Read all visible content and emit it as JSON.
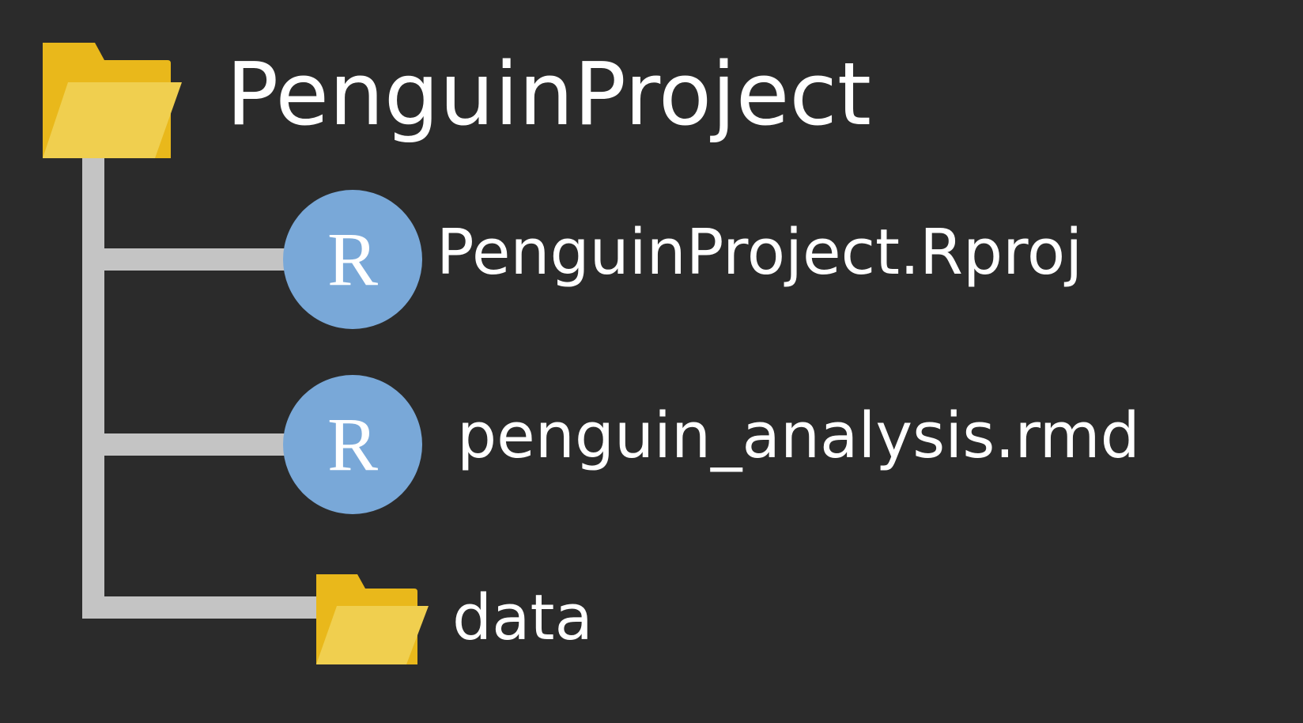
{
  "tree": {
    "root": {
      "label": "PenguinProject",
      "icon": "folder-icon"
    },
    "children": [
      {
        "label": "PenguinProject.Rproj",
        "icon": "r-file-icon",
        "icon_letter": "R"
      },
      {
        "label": "penguin_analysis.rmd",
        "icon": "r-file-icon",
        "icon_letter": "R"
      },
      {
        "label": "data",
        "icon": "folder-icon"
      }
    ]
  },
  "colors": {
    "background": "#2b2b2b",
    "connector": "#c4c4c4",
    "folder_back": "#e9b81b",
    "folder_front": "#f0cf4f",
    "r_icon_fill": "#79a8d8",
    "r_icon_letter": "#ffffff",
    "text": "#ffffff"
  }
}
